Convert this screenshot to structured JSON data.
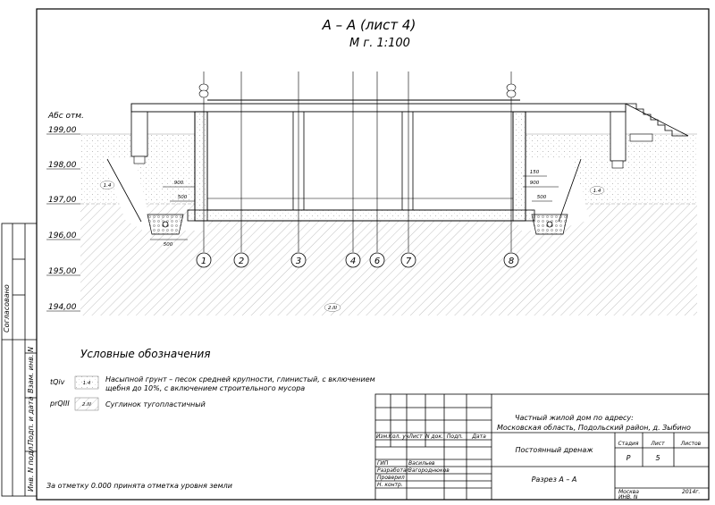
{
  "title": {
    "section": "А – А (лист 4)",
    "scale": "М г. 1:100"
  },
  "levels": {
    "label": "Абс отм.",
    "values": [
      "199,00",
      "198,00",
      "197,00",
      "196,00",
      "195,00",
      "194,00"
    ]
  },
  "axes": [
    "1",
    "2",
    "3",
    "4",
    "6",
    "7",
    "8"
  ],
  "soil_labels": [
    "1.4",
    "1.4",
    "2.III"
  ],
  "dimensions": {
    "left": [
      "900",
      "500",
      "500"
    ],
    "right": [
      "150",
      "900",
      "500"
    ]
  },
  "legend": {
    "heading": "Условные обозначения",
    "items": [
      {
        "code": "tQiv",
        "symbol": "1.4",
        "text1": "Насыпной грунт – песок средней крупности, глинистый, с включением",
        "text2": "щебня до 10%, с включением строительного мусора"
      },
      {
        "code": "prQIII",
        "symbol": "2.III",
        "text1": "Суглинок тугопластичный",
        "text2": ""
      }
    ]
  },
  "side_stamp": {
    "agreed": "Согласовано",
    "inv_orig": "Инв. N подл.",
    "sign_date": "Подп. и дата",
    "inv_repl": "Взам. инв. N"
  },
  "note": "За отметку 0.000 принята отметка уровня земли",
  "title_block": {
    "headers": [
      "Изм.",
      "Кол. уч",
      "Лист",
      "N док.",
      "Подп.",
      "Дата"
    ],
    "address1": "Частный жилой дом по адресу:",
    "address2": "Московская область, Подольский район, д. Зыбино",
    "subject": "Постоянный дренаж",
    "sheet_title": "Разрез А – А",
    "stage_h": "Стадия",
    "sheet_h": "Лист",
    "sheets_h": "Листов",
    "stage": "Р",
    "sheet": "5",
    "roles": [
      "ГИП",
      "Разработал",
      "Проверил",
      "Н. контр."
    ],
    "names": [
      "Васильев",
      "Загороднюков",
      "",
      ""
    ],
    "city": "Москва",
    "year": "2014г.",
    "inv": "ИНВ. N"
  }
}
